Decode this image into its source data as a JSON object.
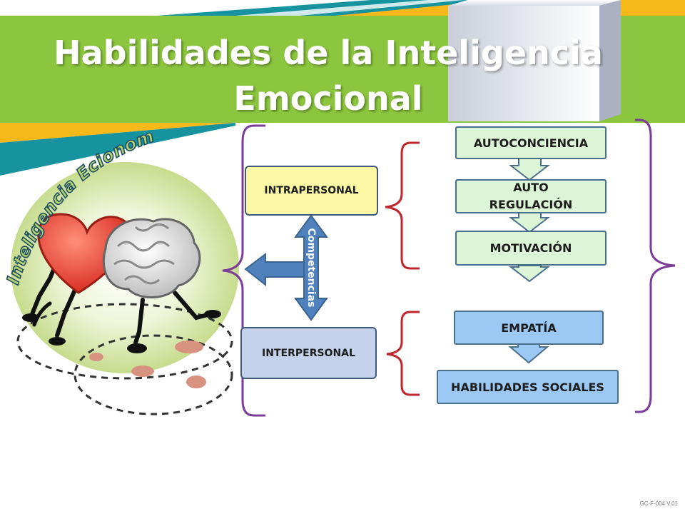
{
  "title": {
    "line1": "Habilidades de la Inteligencia",
    "line2": "Emocional"
  },
  "illustration": {
    "arched_text": "Inteligencia Ecionomal"
  },
  "center_arrow_label": "Competencias",
  "groups": {
    "intrapersonal": {
      "label": "INTRAPERSONAL",
      "skills": [
        "AUTOCONCIENCIA",
        "AUTO REGULACIÓN",
        "MOTIVACIÓN"
      ]
    },
    "interpersonal": {
      "label": "INTERPERSONAL",
      "skills": [
        "EMPATÍA",
        "HABILIDADES SOCIALES"
      ]
    }
  },
  "footer": "GC-F-004 V.01",
  "colors": {
    "banner_green": "#8cc63e",
    "teal": "#1793a0",
    "yellow": "#f7b81a",
    "purple_bracket": "#7d3c98",
    "red_bracket": "#c0262b",
    "arrow_blue": "#4f81bd"
  }
}
